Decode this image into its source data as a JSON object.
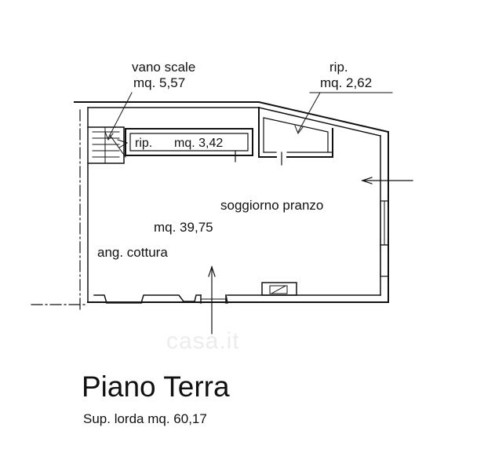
{
  "rooms": {
    "stair": {
      "name": "vano scale",
      "area": "mq. 5,57"
    },
    "storage_right": {
      "name": "rip.",
      "area": "mq. 2,62"
    },
    "storage_left": {
      "label": "rip.",
      "area": "mq. 3,42"
    },
    "living": {
      "name": "soggiorno pranzo",
      "area": "mq. 39,75"
    },
    "kitchen": {
      "name": "ang. cottura"
    }
  },
  "title": "Piano Terra",
  "subtitle": "Sup. lorda mq. 60,17",
  "watermark": "casa.it"
}
